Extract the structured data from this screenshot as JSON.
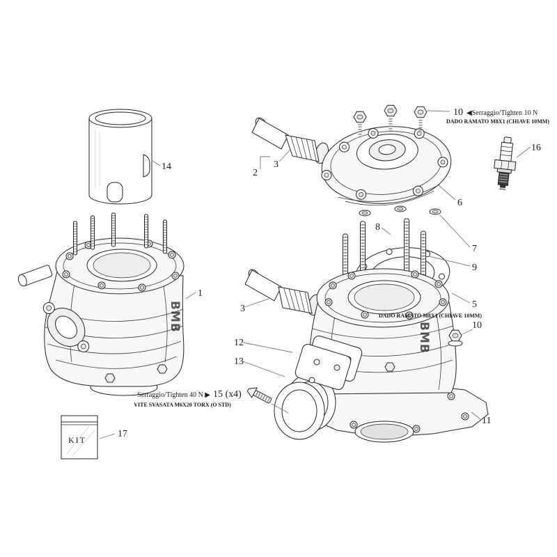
{
  "diagram": {
    "brand": {
      "logo": "BMB"
    },
    "callouts": {
      "c14": "14",
      "c2": "2",
      "c3_top": "3",
      "c6": "6",
      "c10_top": "10",
      "c16": "16",
      "c8": "8",
      "c7": "7",
      "c9": "9",
      "c5": "5",
      "c10_side": "10",
      "c1": "1",
      "c3_side": "3",
      "c12": "12",
      "c13": "13",
      "c11": "11",
      "c15": "15 (x4)",
      "c17": "17"
    },
    "annotations": {
      "tighten_head": "◀Serraggio/Tighten 10 N",
      "nut_spec_top": "DADO RAMATO M8X1 (CHIAVE 10MM)",
      "nut_spec_side": "DADO RAMATO M8X1 (CHIAVE 10MM)",
      "tighten_base": "Serraggio/Tighten 40 N ▶",
      "screw_spec": "VITE SVASATA M6X20 TORX (O STD)",
      "kit_label": "KIT"
    }
  }
}
